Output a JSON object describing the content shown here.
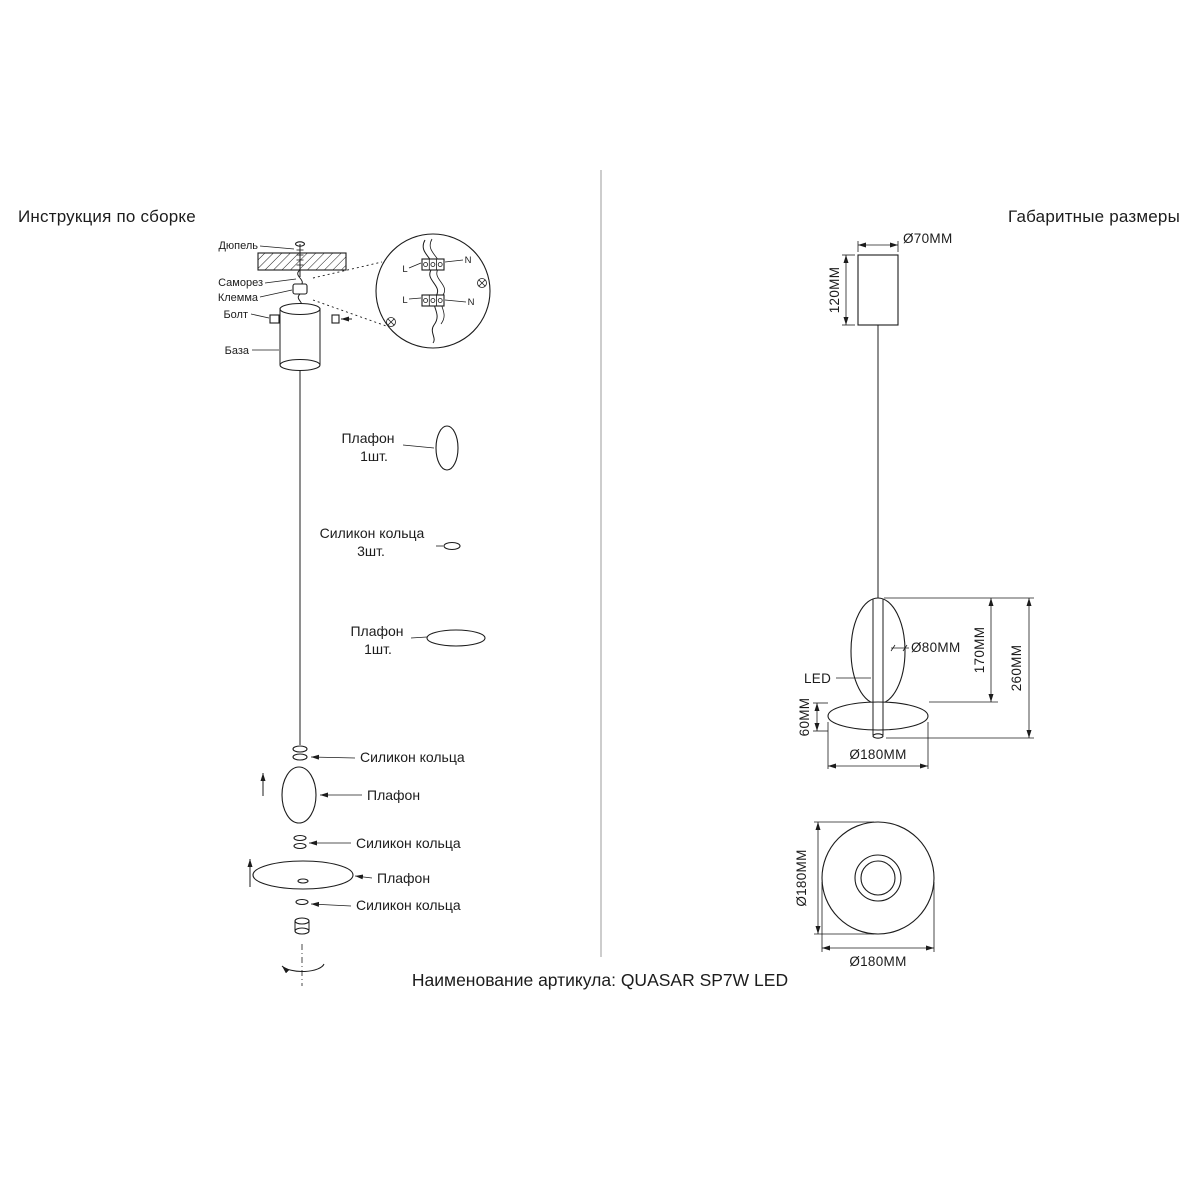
{
  "titles": {
    "left": "Инструкция по сборке",
    "right": "Габаритные размеры",
    "article": "Наименование артикула: QUASAR SP7W LED"
  },
  "assembly": {
    "callouts": {
      "dowel": "Дюпель",
      "screw": "Саморез",
      "terminal": "Клемма",
      "bolt": "Болт",
      "base": "База"
    },
    "wiring": {
      "l_top": "L",
      "n_top": "N",
      "l_mid": "L",
      "n_mid": "N"
    },
    "parts": {
      "shade_top": {
        "name": "Плафон",
        "qty": "1шт."
      },
      "rings": {
        "name": "Силикон кольца",
        "qty": "3шт."
      },
      "shade_disc": {
        "name": "Плафон",
        "qty": "1шт."
      }
    },
    "steps": {
      "rings_top": "Силикон кольца",
      "shade_oval": "Плафон",
      "rings_mid": "Силикон кольца",
      "shade_disc": "Плафон",
      "rings_bottom": "Силикон кольца"
    }
  },
  "dimensions": {
    "canopy_diameter": "Ø70MM",
    "canopy_height": "120MM",
    "shade_diameter": "Ø80MM",
    "led": "LED",
    "lower_height": "60MM",
    "shade_height": "170MM",
    "overall_height": "260MM",
    "disc_diameter": "Ø180MM",
    "bottom_diameter_vertical": "Ø180MM",
    "bottom_diameter_horizontal": "Ø180MM"
  }
}
